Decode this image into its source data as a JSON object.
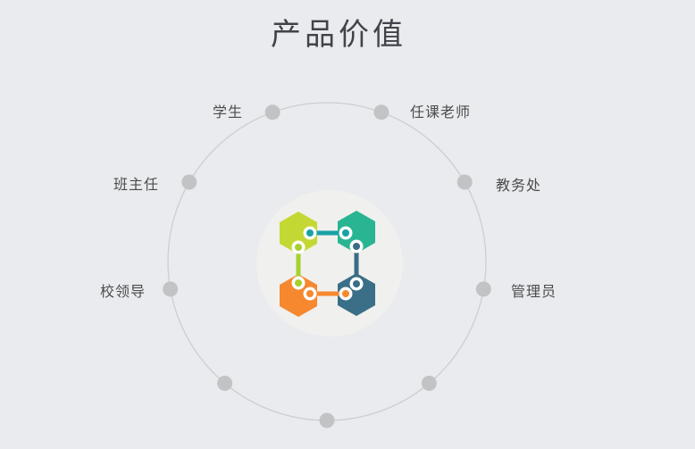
{
  "title": "产品价值",
  "ring": {
    "labels": {
      "top_left": "学生",
      "top_right": "任课老师",
      "mid_left": "班主任",
      "mid_right": "教务处",
      "bottom_left": "校领导",
      "bottom_right": "管理员"
    },
    "node_count": 9
  },
  "center_graphic": {
    "hexagons": [
      {
        "id": "hex-lime",
        "position": "top-left"
      },
      {
        "id": "hex-teal",
        "position": "top-right"
      },
      {
        "id": "hex-orange",
        "position": "bottom-left"
      },
      {
        "id": "hex-slate",
        "position": "bottom-right"
      }
    ],
    "connectors": [
      {
        "id": "link-teal",
        "between": [
          "top-left",
          "top-right"
        ]
      },
      {
        "id": "link-lime",
        "between": [
          "top-left",
          "bottom-left"
        ]
      },
      {
        "id": "link-slate",
        "between": [
          "top-right",
          "bottom-right"
        ]
      },
      {
        "id": "link-orange",
        "between": [
          "bottom-left",
          "bottom-right"
        ]
      }
    ]
  },
  "colors": {
    "background": "#e9ebee",
    "title_text": "#40444a",
    "label_text": "#4c4c4c",
    "ring_stroke": "#cdced0",
    "node_dot": "#c2c3c5",
    "center_circle": "#f0f0ee",
    "hex_lime": "#c4d833",
    "hex_teal": "#29b592",
    "hex_orange": "#f6882f",
    "hex_slate": "#3a6f87",
    "link_teal": "#1aa1a6",
    "link_lime": "#a8d02e",
    "link_orange": "#f6882f",
    "link_slate": "#386d85",
    "link_ring_white": "#ffffff"
  }
}
